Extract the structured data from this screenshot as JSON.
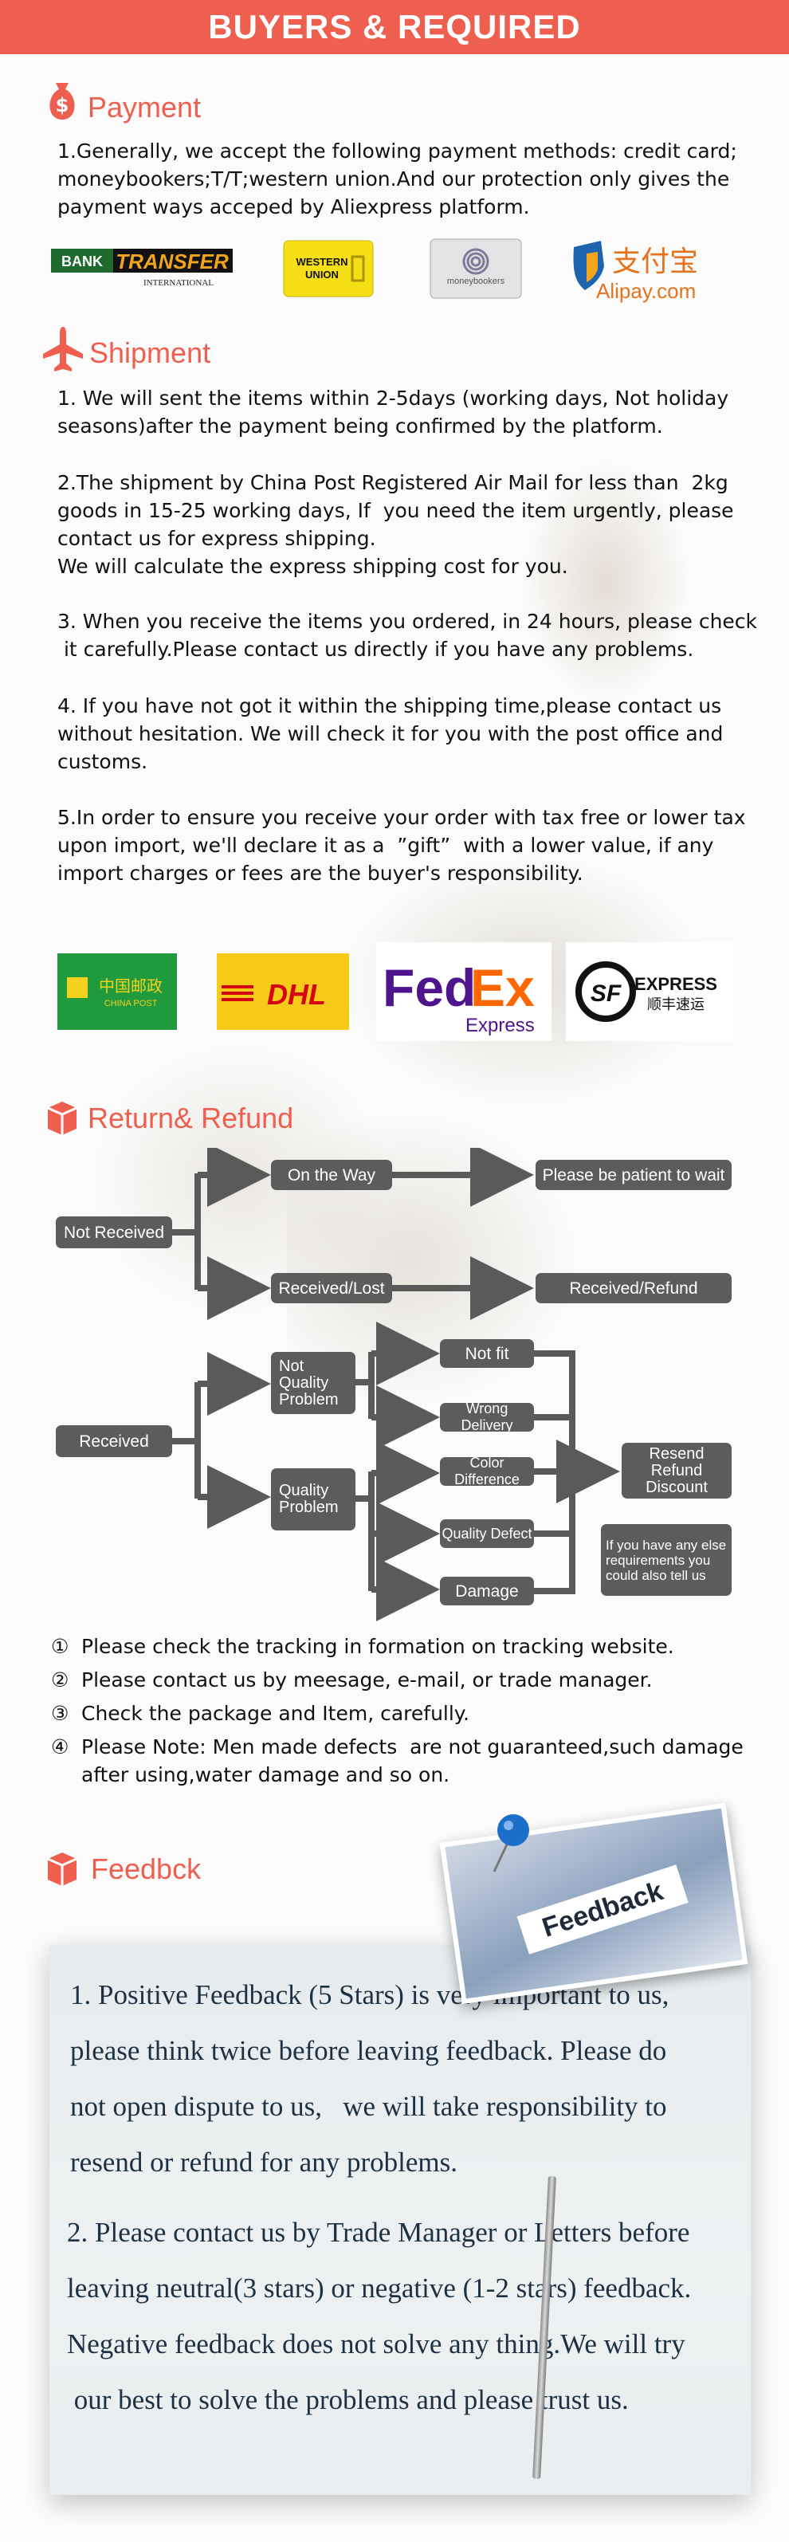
{
  "header": {
    "title": "BUYERS & REQUIRED"
  },
  "payment": {
    "title": "Payment",
    "text": "1.Generally, we accept the following payment methods: credit card;\nmoneybookers;T/T;western union.And our protection only gives the\npayment ways acceped by Aliexpress platform.",
    "logos": {
      "bank_top": "BANK",
      "bank_big": "TRANSFER",
      "bank_sub": "INTERNATIONAL",
      "wu_top": "WESTERN",
      "wu_bot": "UNION",
      "mb": "moneybookers",
      "alipay_cn": "支付宝",
      "alipay_en": "Alipay.com"
    }
  },
  "shipment": {
    "title": "Shipment",
    "paragraphs": [
      "1. We will sent the items within 2-5days (working days, Not holiday\nseasons)after the payment being confirmed by the platform.",
      "2.The shipment by China Post Registered Air Mail for less than  2kg\ngoods in 15-25 working days, If  you need the item urgently, please\ncontact us for express shipping.\nWe will calculate the express shipping cost for you.",
      "3. When you receive the items you ordered, in 24 hours, please check\n it carefully.Please contact us directly if you have any problems.",
      "4. If you have not got it within the shipping time,please contact us\nwithout hesitation. We will check it for you with the post office and\ncustoms.",
      "5.In order to ensure you receive your order with tax free or lower tax\nupon import, we'll declare it as a  ”gift”  with a lower value, if any\nimport charges or fees are the buyer's responsibility."
    ],
    "carriers": {
      "chinapost_cn": "中国邮政",
      "chinapost_en": "CHINA POST",
      "dhl": "DHL",
      "fedex_fed": "Fed",
      "fedex_ex": "Ex",
      "fedex_sub": "Express",
      "sf_logo": "SF",
      "sf_en": "EXPRESS",
      "sf_cn": "顺丰速运"
    }
  },
  "refund": {
    "title": "Return& Refund",
    "nodes": {
      "not_received": "Not Received",
      "on_the_way": "On the Way",
      "be_patient": "Please be patient to wait",
      "received_lost": "Received/Lost",
      "received_refund": "Received/Refund",
      "received": "Received",
      "not_quality": "Not\nQuality\nProblem",
      "quality": "Quality\nProblem",
      "not_fit": "Not fit",
      "wrong_delivery": "Wrong Delivery",
      "color_difference": "Color Difference",
      "quality_defect": "Quality Defect",
      "damage": "Damage",
      "resend": "Resend\nRefund\nDiscount",
      "other_req": "If you have any else\nrequirements you\ncould also tell us"
    },
    "notes": [
      {
        "num": "①",
        "text": "Please check the tracking in formation on tracking website."
      },
      {
        "num": "②",
        "text": "Please contact us by meesage, e-mail, or trade manager."
      },
      {
        "num": "③",
        "text": "Check the package and Item, carefully."
      },
      {
        "num": "④",
        "text": "Please Note: Men made defects  are not guaranteed,such damage\nafter using,water damage and so on."
      }
    ]
  },
  "feedback": {
    "title": "Feedbck",
    "photo_label": "Feedback",
    "p1": "1. Positive Feedback (5 Stars) is very important to us,\nplease think twice before leaving feedback. Please do\nnot open dispute to us,   we will take responsibility to\nresend or refund for any problems.",
    "p2": "2. Please contact us by Trade Manager or Letters before\nleaving neutral(3 stars) or negative (1-2 stars) feedback.\nNegative feedback does not solve any thing.We will try\n our best to solve the problems and please trust us."
  },
  "colors": {
    "accent": "#ee5f4f",
    "node": "#5c5c5c",
    "arrow": "#5a5a5a"
  }
}
